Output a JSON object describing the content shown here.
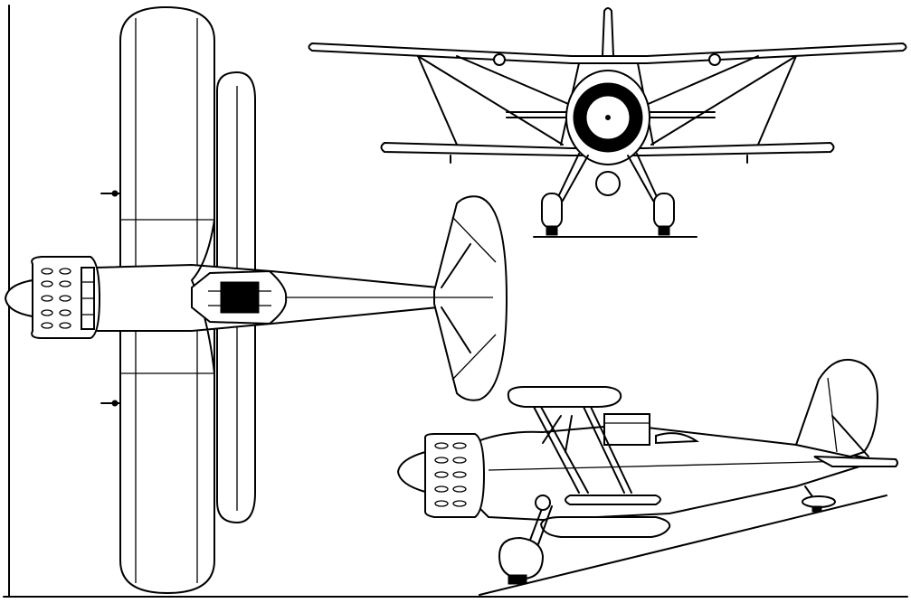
{
  "drawing": {
    "colors": {
      "line": "#000000",
      "background": "#ffffff"
    },
    "views": [
      "top-view",
      "front-view",
      "side-view"
    ]
  }
}
